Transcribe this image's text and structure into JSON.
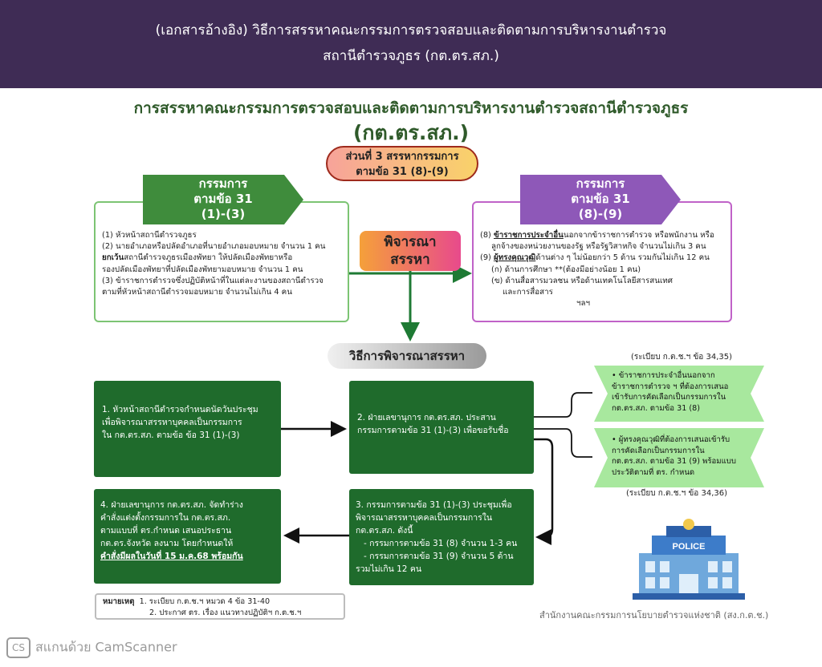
{
  "header": {
    "line1": "(เอกสารอ้างอิง)  วิธีการสรรหาคณะกรรมการตรวจสอบและติดตามการบริหารงานตำรวจ",
    "line2": "สถานีตำรวจภูธร (กต.ตร.สภ.)"
  },
  "title": {
    "main": "การสรรหาคณะกรรมการตรวจสอบและติดตามการบริหารงานตำรวจสถานีตำรวจภูธร",
    "abbr": "(กต.ตร.สภ.)"
  },
  "part3": {
    "line1": "ส่วนที่ 3 สรรหากรรมการ",
    "line2": "ตามข้อ 31 (8)-(9)"
  },
  "left_ribbon": {
    "line1": "กรรมการ",
    "line2": "ตามข้อ 31",
    "line3": "(1)-(3)"
  },
  "right_ribbon": {
    "line1": "กรรมการ",
    "line2": "ตามข้อ 31",
    "line3": "(8)-(9)"
  },
  "left_list": {
    "item1": "(1) หัวหน้าสถานีตำรวจภูธร",
    "item2a": "(2) นายอำเภอหรือปลัดอำเภอที่นายอำเภอมอบหมาย จำนวน 1 คน",
    "item2b_bold": "ยกเว้น",
    "item2b_rest": "สถานีตำรวจภูธรเมืองพัทยา ให้ปลัดเมืองพัทยาหรือ",
    "item2c": "รองปลัดเมืองพัทยาที่ปลัดเมืองพัทยามอบหมาย จำนวน 1 คน",
    "item3a": "(3) ข้าราชการตำรวจซึ่งปฏิบัติหน้าที่ในแต่ละงานของสถานีตำรวจ",
    "item3b": "ตามที่หัวหน้าสถานีตำรวจมอบหมาย จำนวนไม่เกิน 4 คน"
  },
  "right_list": {
    "item8_prefix": "(8) ",
    "item8_bold": "ข้าราชการประจำอื่น",
    "item8_rest": "นอกจากข้าราชการตำรวจ หรือพนักงาน หรือ",
    "item8b": "ลูกจ้างของหน่วยงานของรัฐ หรือรัฐวิสาหกิจ จำนวนไม่เกิน 3 คน",
    "item9_prefix": "(9) ",
    "item9_bold": "ผู้ทรงคุณวุฒิ",
    "item9_rest": "ด้านต่าง ๆ ไม่น้อยกว่า 5 ด้าน รวมกันไม่เกิน 12 คน",
    "item9a": "(ก) ด้านการศึกษา **(ต้องมีอย่างน้อย 1 คน)",
    "item9b": "(ข) ด้านสื่อสารมวลชน หรือด้านเทคโนโลยีสารสนเทศ",
    "item9c": "และการสื่อสาร",
    "etc": "ฯลฯ"
  },
  "consider": {
    "line1": "พิจารณา",
    "line2": "สรรหา"
  },
  "method_label": "วิธีการพิจารณาสรรหา",
  "steps": {
    "step1": {
      "line1": "1. หัวหน้าสถานีตำรวจกำหนดนัดวันประชุม",
      "line2": "เพื่อพิจารณาสรรหาบุคคลเป็นกรรมการ",
      "line3": "ใน กต.ตร.สภ. ตามข้อ ข้อ 31 (1)-(3)"
    },
    "step2": {
      "line1": "2. ฝ่ายเลขานุการ กต.ตร.สภ. ประสาน",
      "line2": "กรรมการตามข้อ 31 (1)-(3) เพื่อขอรับชื่อ"
    },
    "step3": {
      "line1": "3. กรรมการตามข้อ 31 (1)-(3) ประชุมเพื่อ",
      "line2": "พิจารณาสรรหาบุคคลเป็นกรรมการใน",
      "line3": "กต.ตร.สภ. ดังนี้",
      "line4": "  - กรรมการตามข้อ 31 (8) จำนวน 1-3 คน",
      "line5": "  - กรรมการตามข้อ 31 (9) จำนวน 5 ด้าน",
      "line6": "รวมไม่เกิน 12 คน"
    },
    "step4": {
      "line1": "4. ฝ่ายเลขานุการ กต.ตร.สภ. จัดทำร่าง",
      "line2": "คำสั่งแต่งตั้งกรรมการใน กต.ตร.สภ.",
      "line3": "ตามแบบที่ ตร.กำหนด เสนอประธาน",
      "line4": "กต.ตร.จังหวัด ลงนาม โดยกำหนดให้",
      "line5": "คำสั่งมีผลในวันที่ 15 ม.ค.68 พร้อมกัน"
    }
  },
  "arrow_a": {
    "line1": "ข้าราชการประจำอื่นนอกจาก",
    "line2": "ข้าราชการตำรวจ ฯ ที่ต้องการเสนอ",
    "line3": "เข้ารับการคัดเลือกเป็นกรรมการใน",
    "line4": "กต.ตร.สภ. ตามข้อ 31 (8)"
  },
  "arrow_b": {
    "line1": "ผู้ทรงคุณวุฒิที่ต้องการเสนอเข้ารับ",
    "line2": "การคัดเลือกเป็นกรรมการใน",
    "line3": "กต.ตร.สภ. ตามข้อ 31 (9) พร้อมแบบ",
    "line4": "ประวัติตามที่ ตร. กำหนด"
  },
  "reg_a": "(ระเบียบ ก.ต.ช.ฯ ข้อ 34,35)",
  "reg_b": "(ระเบียบ ก.ต.ช.ฯ ข้อ 34,36)",
  "note": {
    "label": "หมายเหตุ",
    "line1": "1. ระเบียบ ก.ต.ช.ฯ หมวด 4 ข้อ 31-40",
    "line2": "2. ประกาศ ตร. เรื่อง แนวทางปฏิบัติฯ ก.ต.ช.ฯ"
  },
  "police_sign": "POLICE",
  "footer_org": "สำนักงานคณะกรรมการนโยบายตำรวจแห่งชาติ (สง.ก.ต.ช.)",
  "watermark": {
    "icon": "CS",
    "text": "สแกนด้วย CamScanner"
  },
  "colors": {
    "header_bg": "#3f2c55",
    "green_dark": "#1f6b2c",
    "green_ribbon": "#3f8c3c",
    "purple_ribbon": "#8e58b8",
    "arrow_green": "#a8e89e"
  }
}
